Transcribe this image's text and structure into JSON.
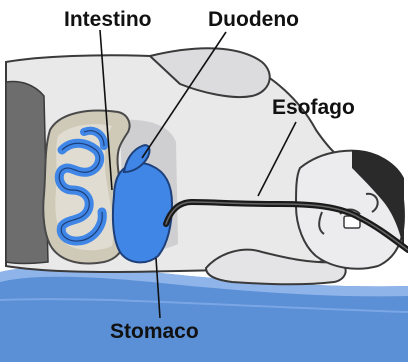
{
  "labels": {
    "intestine": "Intestino",
    "duodenum": "Duodeno",
    "esophagus": "Esofago",
    "stomach": "Stomaco"
  },
  "colors": {
    "background": "#ffffff",
    "skin": "#e9e9ea",
    "skin_shadow": "#cfcfd1",
    "outline": "#3a3a3a",
    "mattress": "#5b8fd6",
    "mattress_light": "#8fb4ea",
    "organ_blue": "#3f86e6",
    "organ_outline": "#1d3f7a",
    "tube": "#1a1a1a",
    "colon": "#cfc9b8",
    "body_dark": "#6d6d6d"
  }
}
